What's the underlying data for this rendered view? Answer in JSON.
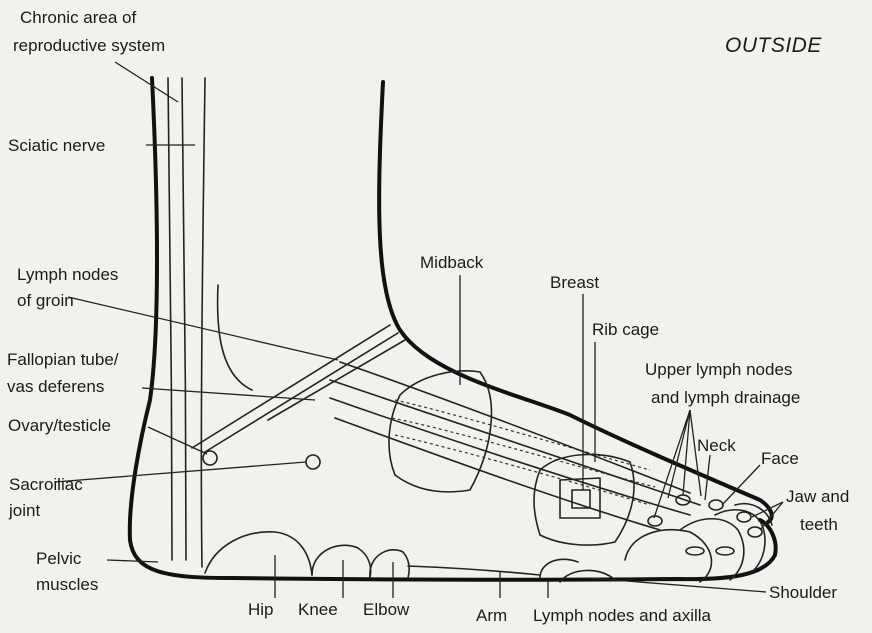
{
  "title": "OUTSIDE",
  "labels": {
    "chronic_area_line1": "Chronic area of",
    "chronic_area_line2": "reproductive system",
    "sciatic_nerve": "Sciatic nerve",
    "lymph_groin_line1": "Lymph nodes",
    "lymph_groin_line2": "of groin",
    "fallopian_line1": "Fallopian tube/",
    "fallopian_line2": "vas deferens",
    "ovary": "Ovary/testicle",
    "sacroiliac_line1": "Sacroiliac",
    "sacroiliac_line2": "joint",
    "pelvic_line1": "Pelvic",
    "pelvic_line2": "muscles",
    "midback": "Midback",
    "breast": "Breast",
    "rib_cage": "Rib cage",
    "upper_lymph_line1": "Upper lymph nodes",
    "upper_lymph_line2": "and lymph drainage",
    "neck": "Neck",
    "face": "Face",
    "jaw_line1": "Jaw and",
    "jaw_line2": "teeth",
    "shoulder": "Shoulder",
    "hip": "Hip",
    "knee": "Knee",
    "elbow": "Elbow",
    "arm": "Arm",
    "lymph_axilla": "Lymph nodes and axilla"
  }
}
